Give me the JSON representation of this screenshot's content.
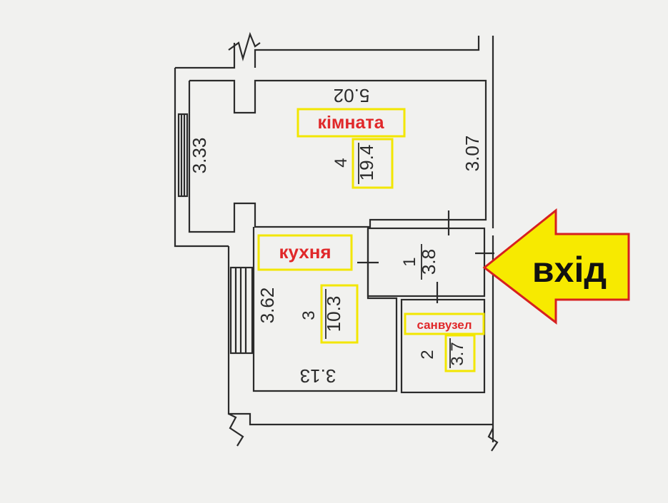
{
  "plan": {
    "rooms": [
      {
        "number": "4",
        "area": "19.4",
        "name": "кімната"
      },
      {
        "number": "3",
        "area": "10.3",
        "name": "кухня"
      },
      {
        "number": "1",
        "area": "3.8"
      },
      {
        "number": "2",
        "area": "3.7",
        "name": "санвузел"
      }
    ],
    "dimensions": {
      "top": "5.02",
      "room_left": "3.33",
      "room_right": "3.07",
      "kitchen_left": "3.62",
      "kitchen_bottom": "3.13"
    }
  },
  "entrance": {
    "label": "вхід"
  },
  "colors": {
    "label_box": "#f2e600",
    "label_text": "#e0282a",
    "arrow_fill": "#f7ea00",
    "arrow_stroke": "#d62020",
    "wall": "#2b2b2b"
  }
}
